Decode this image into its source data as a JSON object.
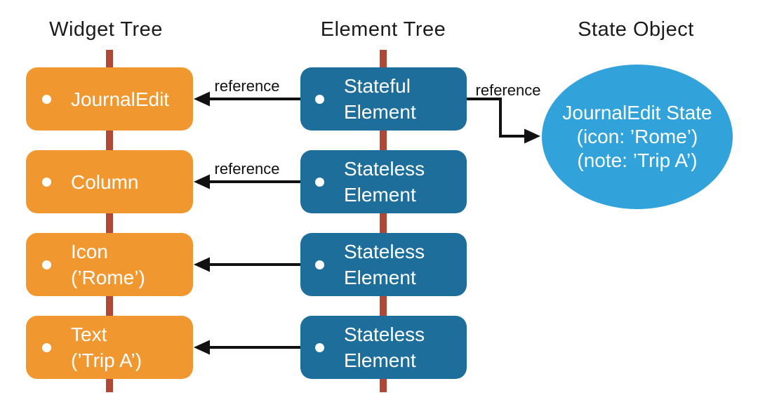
{
  "headings": {
    "widget_tree": "Widget Tree",
    "element_tree": "Element Tree",
    "state_object": "State Object"
  },
  "widget_tree": {
    "nodes": [
      {
        "line1": "JournalEdit"
      },
      {
        "line1": "Column"
      },
      {
        "line1": "Icon",
        "line2": "(’Rome’)"
      },
      {
        "line1": "Text",
        "line2": "(’Trip A’)"
      }
    ]
  },
  "element_tree": {
    "nodes": [
      {
        "line1": "Stateful",
        "line2": "Element"
      },
      {
        "line1": "Stateless",
        "line2": "Element"
      },
      {
        "line1": "Stateless",
        "line2": "Element"
      },
      {
        "line1": "Stateless",
        "line2": "Element"
      }
    ]
  },
  "state_object": {
    "lines": [
      "JournalEdit State",
      "(icon: ’Rome’)",
      "(note: ’Trip A’)"
    ]
  },
  "arrow_labels": {
    "reference": "reference"
  },
  "colors": {
    "widget_box": "#F0982F",
    "element_box": "#1E6E9C",
    "state_ellipse": "#31A2DA",
    "trunk_line": "#AE4837",
    "arrow": "#111111",
    "box_text": "#FFFFFF",
    "heading_text": "#1B1B1B"
  }
}
